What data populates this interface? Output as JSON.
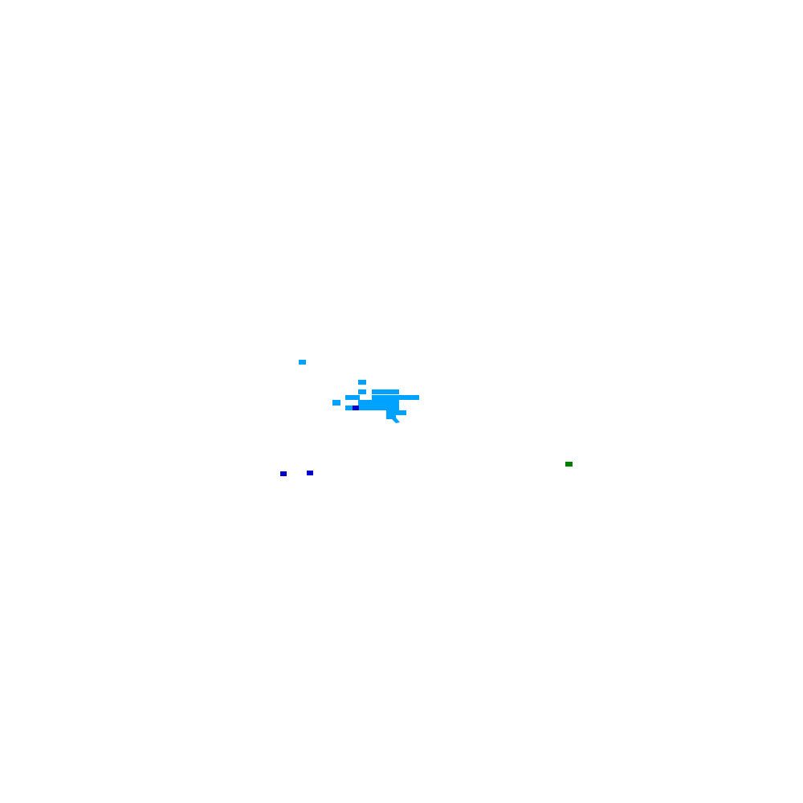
{
  "palette": {
    "background": "#ffffff",
    "light_blue": "#00a2ff",
    "dark_blue": "#0000cc",
    "green": "#008000"
  },
  "blob": {
    "color_key": "light_blue"
  },
  "isolated_marks": [
    {
      "name": "light-blue-dot",
      "color_key": "light_blue"
    },
    {
      "name": "dark-blue-dot-left",
      "color_key": "dark_blue"
    },
    {
      "name": "dark-blue-dot-right",
      "color_key": "dark_blue"
    },
    {
      "name": "green-dot",
      "color_key": "green"
    }
  ]
}
